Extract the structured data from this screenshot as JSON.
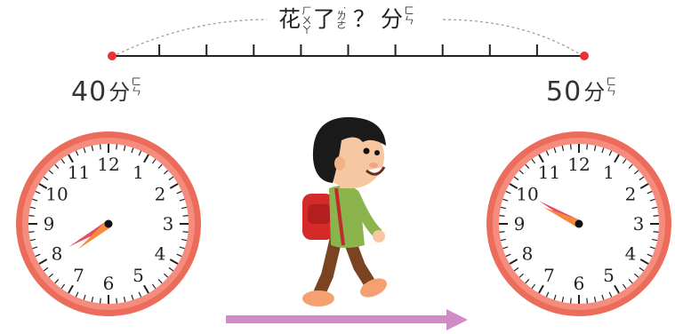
{
  "question": {
    "chars": [
      "花",
      "了",
      "？",
      "分"
    ],
    "zhuyin": [
      "ㄏㄨㄚ",
      "˙ㄌㄜ",
      "",
      "ㄈㄣ"
    ]
  },
  "start_time": {
    "minutes": "40",
    "unit": "分",
    "zhuyin": "ㄈㄣ",
    "hour": 7,
    "minute": 40
  },
  "end_time": {
    "minutes": "50",
    "unit": "分",
    "zhuyin": "ㄈㄣ",
    "hour": 9,
    "minute": 50
  },
  "timeline": {
    "divisions": 10
  },
  "clock_numbers": [
    "12",
    "1",
    "2",
    "3",
    "4",
    "5",
    "6",
    "7",
    "8",
    "9",
    "10",
    "11"
  ],
  "colors": {
    "clock_rim": "#ec6c5c",
    "clock_face": "#ffffff",
    "hour_hand": "#f48a3c",
    "minute_hand": "#e84a6a",
    "arrow": "#d18bc5",
    "dot": "#e8323a"
  }
}
